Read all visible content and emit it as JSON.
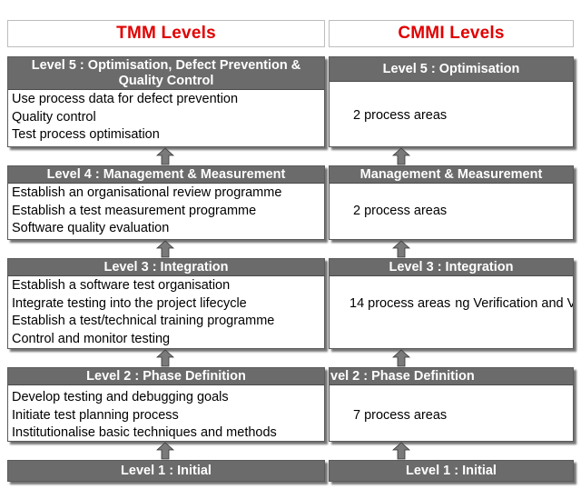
{
  "columns": {
    "tmm_title": "TMM Levels",
    "cmmi_title": "CMMI Levels"
  },
  "tmm": [
    {
      "heading": "Level 5 : Optimisation, Defect Prevention & Quality Control",
      "items": [
        "Use process data for defect prevention",
        "Quality control",
        "Test process optimisation"
      ]
    },
    {
      "heading": "Level 4 : Management & Measurement",
      "items": [
        "Establish an organisational review programme",
        "Establish a test measurement programme",
        "Software quality evaluation"
      ]
    },
    {
      "heading": "Level 3 : Integration",
      "items": [
        "Establish a software test organisation",
        "Integrate testing into the project lifecycle",
        "Establish a test/technical training programme",
        "Control and monitor testing"
      ]
    },
    {
      "heading": "Level 2 : Phase Definition",
      "items": [
        "Develop testing and debugging goals",
        "Initiate test planning process",
        "Institutionalise basic techniques and methods"
      ]
    },
    {
      "heading": "Level 1 : Initial",
      "items": []
    }
  ],
  "cmmi": [
    {
      "heading": "Level 5 : Optimisation",
      "lines": [
        "2 process areas"
      ]
    },
    {
      "heading": "Management & Measurement",
      "lines": [
        "2 process areas"
      ]
    },
    {
      "heading": "Level 3 : Integration",
      "lines": [
        "14 process areas",
        "ng Verification and Validation)"
      ]
    },
    {
      "heading": "vel 2 : Phase Definition",
      "lines": [
        "7 process areas"
      ]
    },
    {
      "heading": "Level 1 : Initial",
      "lines": []
    }
  ],
  "colors": {
    "title_red": "#e00000",
    "header_gray": "#6b6b6b",
    "arrow_gray": "#7a7a7a"
  }
}
